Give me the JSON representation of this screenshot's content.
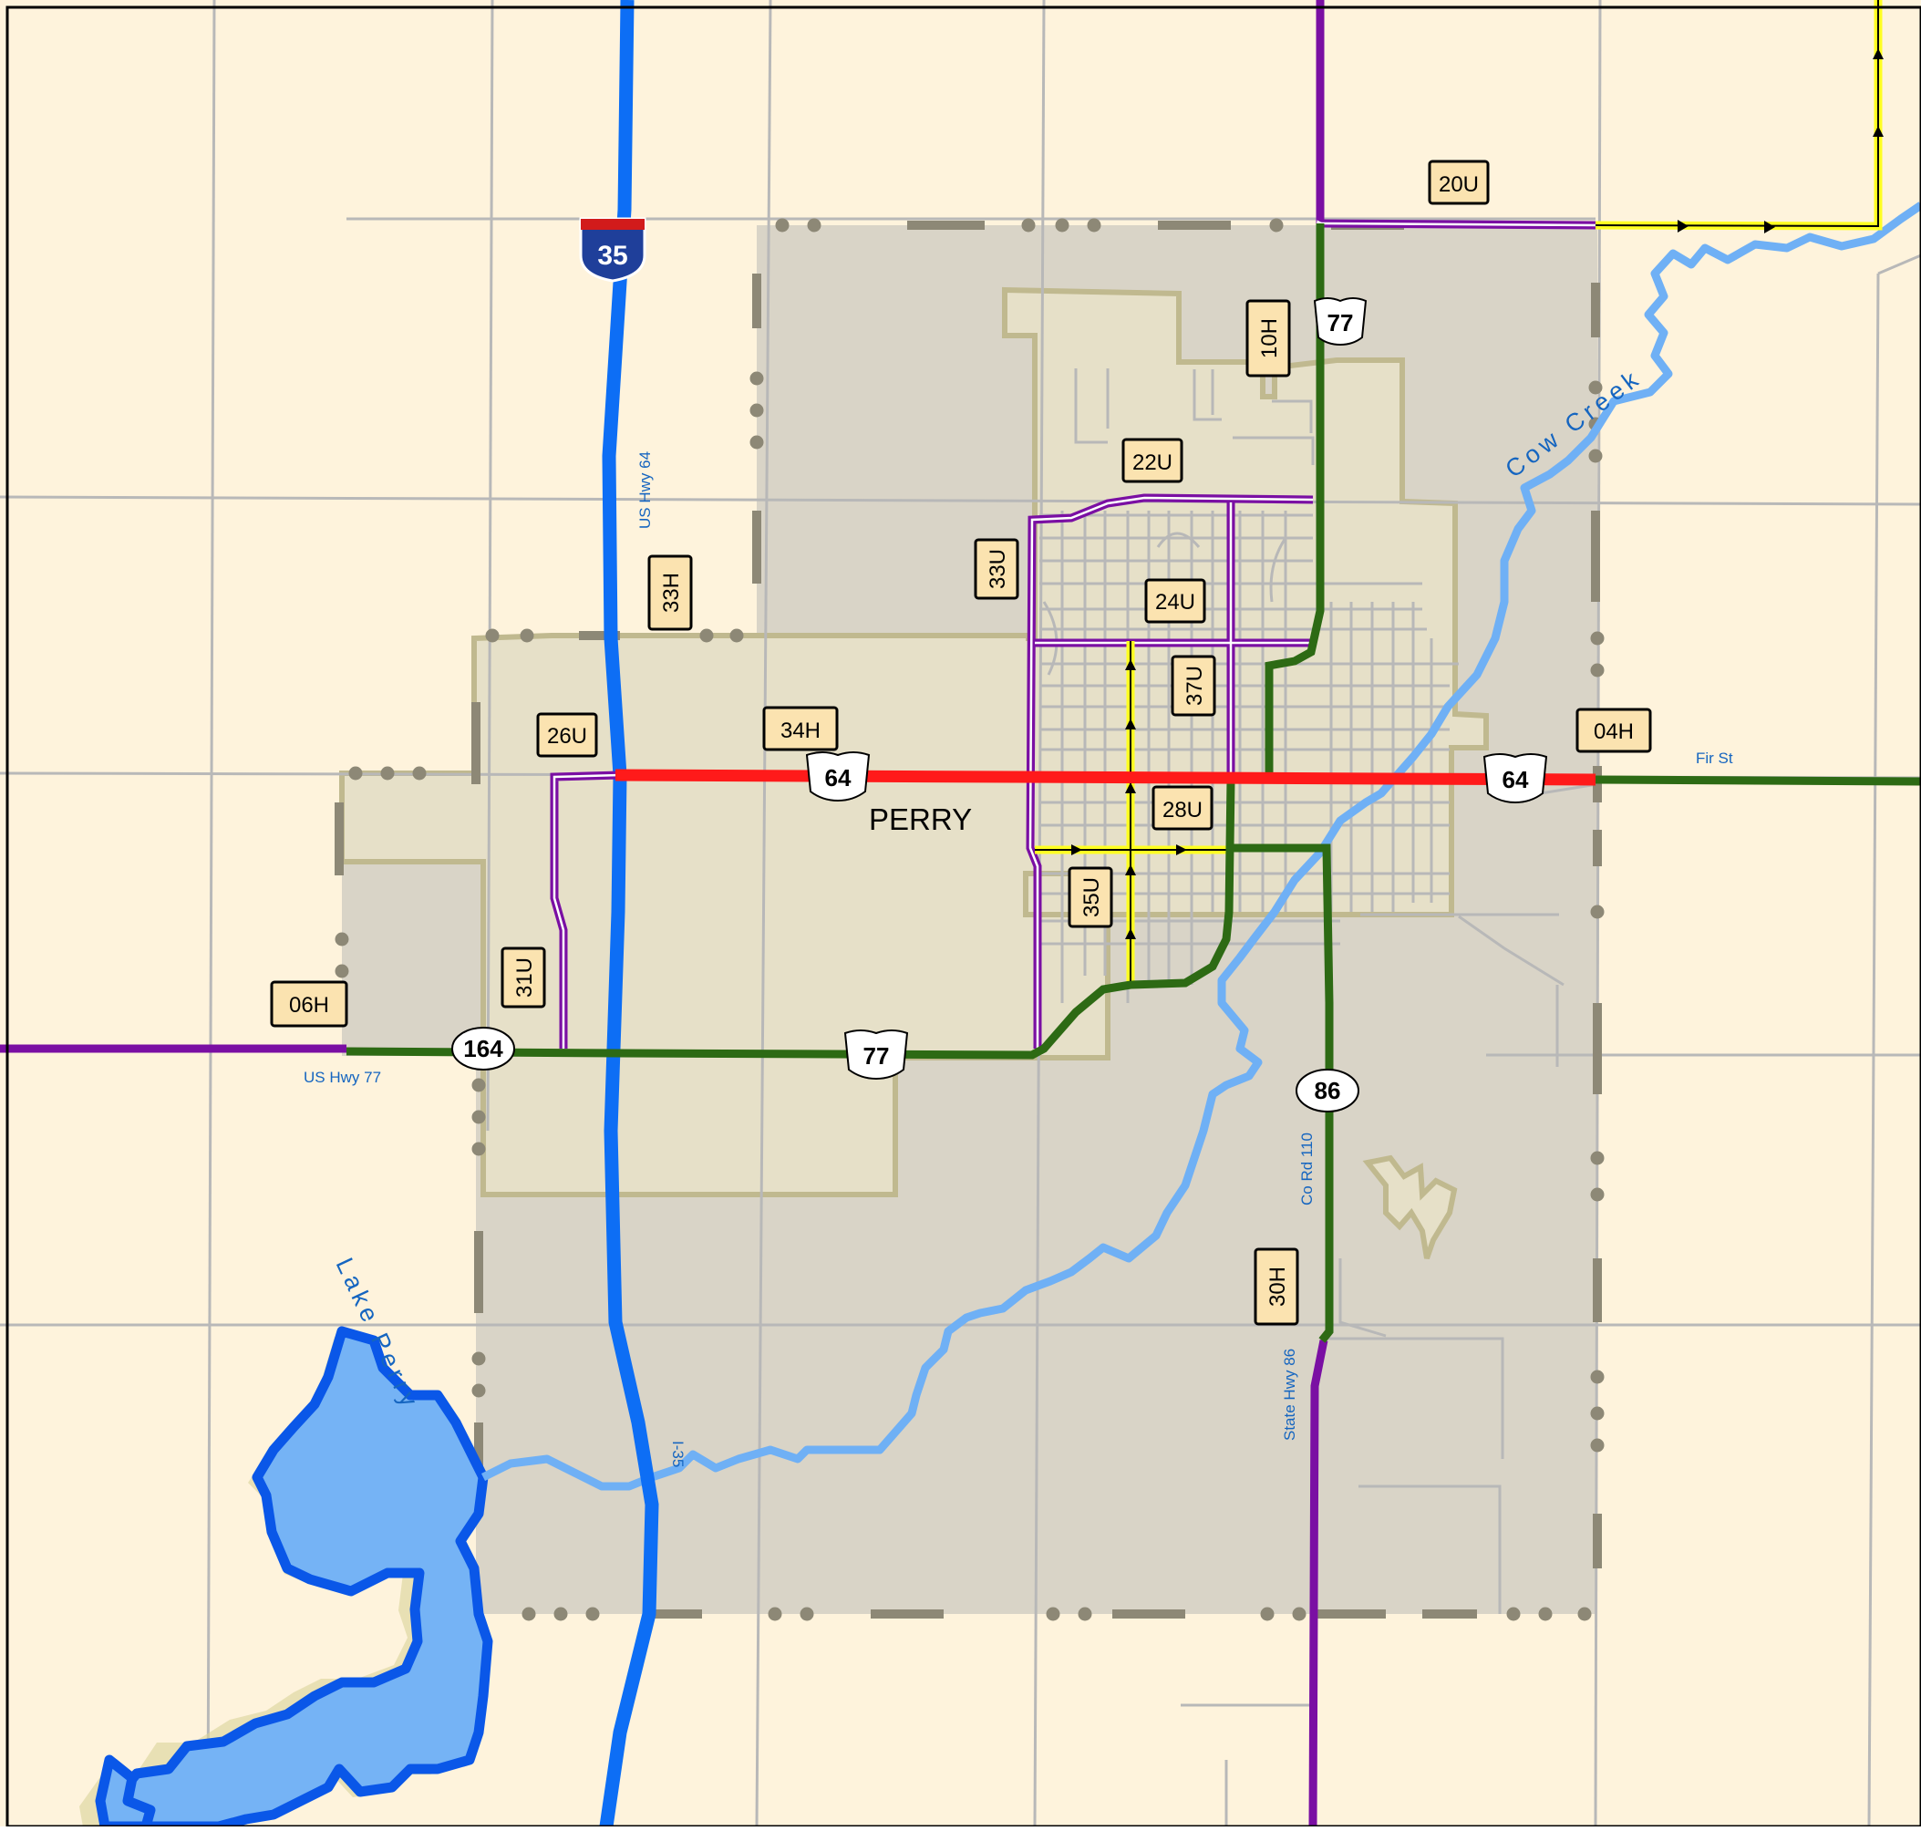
{
  "map": {
    "city_name": "PERRY",
    "colors": {
      "background": "#fef3dc",
      "study_area": "#d9d4c7",
      "city_limits": "#e6e0c8",
      "city_outline": "#c0b98f",
      "minor_road": "#b8b8b8",
      "interstate": "#0d6ef5",
      "red_route": "#ff1a1a",
      "green_route": "#2d6a14",
      "purple_route": "#7a0fa3",
      "yellow_route": "#ffff22",
      "creek": "#6fb0f5",
      "lake_fill": "#75b3f5",
      "lake_outline": "#0a57e8",
      "boundary_dash": "#8d8876"
    },
    "interstate_shield": {
      "number": "35",
      "icon": "interstate-shield-icon"
    },
    "us_shields": [
      {
        "id": "us77-north",
        "number": "77"
      },
      {
        "id": "us64-west",
        "number": "64"
      },
      {
        "id": "us64-east",
        "number": "64"
      },
      {
        "id": "us77-south",
        "number": "77"
      }
    ],
    "state_shields": [
      {
        "id": "sh164",
        "number": "164"
      },
      {
        "id": "sh86",
        "number": "86"
      }
    ],
    "route_tags": [
      {
        "id": "20U",
        "label": "20U"
      },
      {
        "id": "10H",
        "label": "10H"
      },
      {
        "id": "22U",
        "label": "22U"
      },
      {
        "id": "33U",
        "label": "33U"
      },
      {
        "id": "24U",
        "label": "24U"
      },
      {
        "id": "33H",
        "label": "33H"
      },
      {
        "id": "37U",
        "label": "37U"
      },
      {
        "id": "26U",
        "label": "26U"
      },
      {
        "id": "34H",
        "label": "34H"
      },
      {
        "id": "04H",
        "label": "04H"
      },
      {
        "id": "28U",
        "label": "28U"
      },
      {
        "id": "35U",
        "label": "35U"
      },
      {
        "id": "31U",
        "label": "31U"
      },
      {
        "id": "06H",
        "label": "06H"
      },
      {
        "id": "30H",
        "label": "30H"
      }
    ],
    "road_labels": {
      "us_hwy_64": "US Hwy 64",
      "us_hwy_77": "US Hwy 77",
      "fir_st": "Fir St",
      "co_rd_110": "Co Rd 110",
      "state_hwy_86": "State Hwy 86",
      "i_35": "I-35"
    },
    "water_labels": {
      "cow_creek": "Cow Creek",
      "lake_perry": "Lake Perry"
    }
  }
}
